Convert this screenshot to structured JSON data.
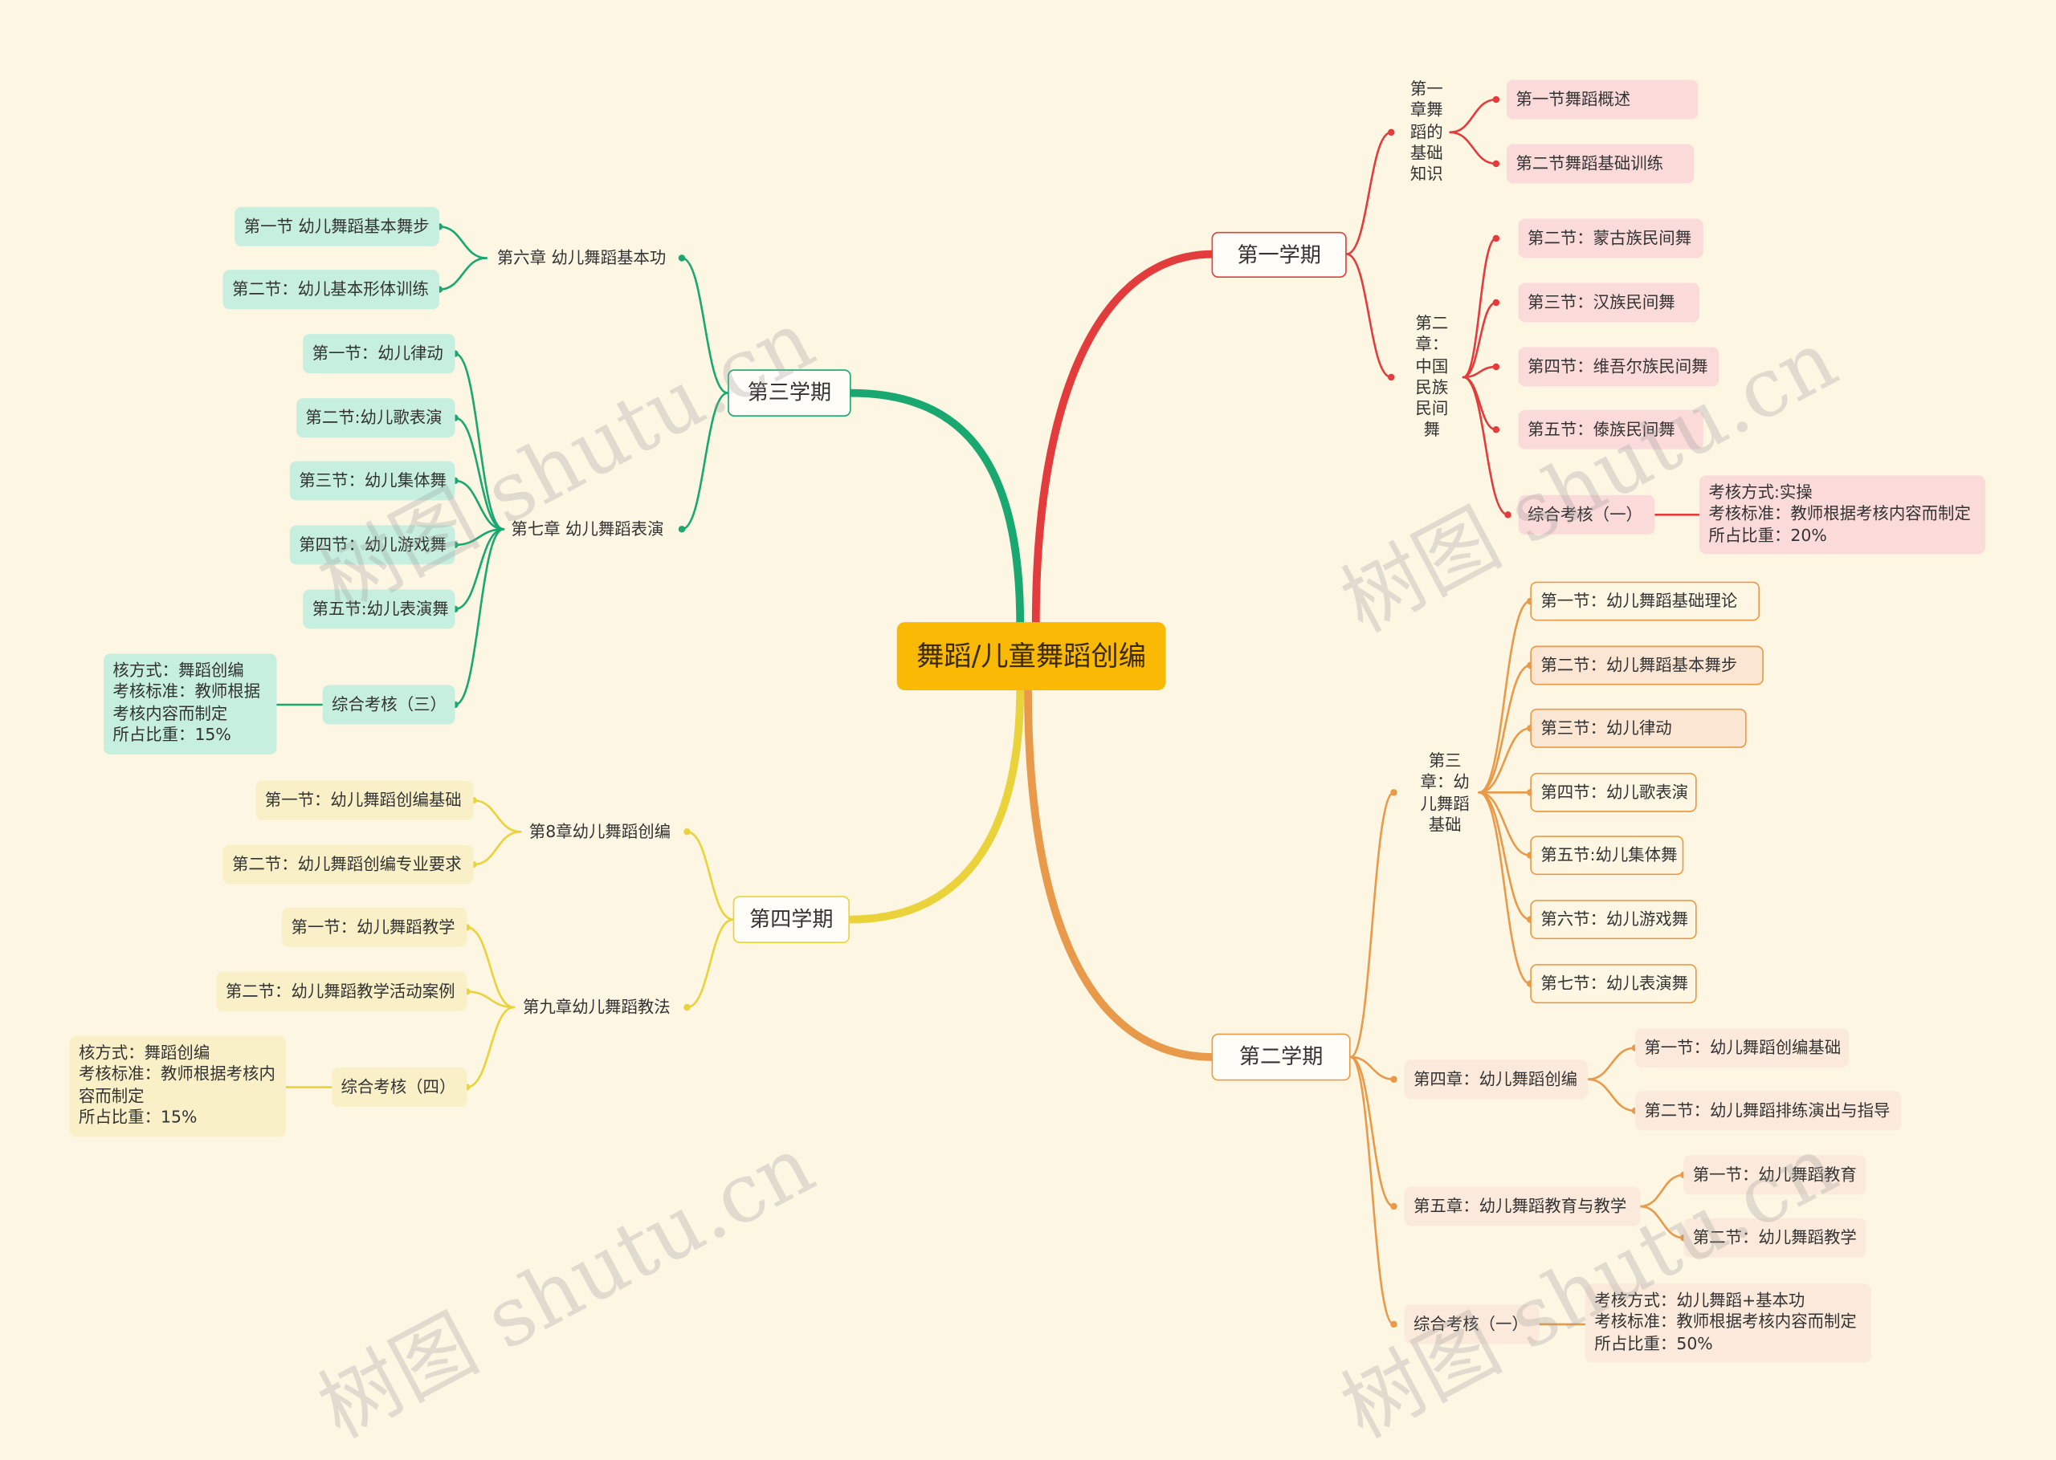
{
  "root": {
    "label": "舞蹈/儿童舞蹈创编"
  },
  "colors": {
    "sem1": "#e23c3c",
    "sem2": "#e89a4a",
    "sem3": "#18a870",
    "sem4": "#ead23a"
  },
  "watermark": "树图 shutu.cn",
  "semester1": {
    "label": "第一学期",
    "ch1": {
      "label": "第一章舞蹈的基础知识",
      "items": [
        "第一节舞蹈概述",
        "第二节舞蹈基础训练"
      ]
    },
    "ch2": {
      "label": "第二章：中国民族民间舞",
      "items": [
        "第二节：蒙古族民间舞",
        "第三节：汉族民间舞",
        "第四节：维吾尔族民间舞",
        "第五节：傣族民间舞"
      ]
    },
    "exam": {
      "label": "综合考核（一）",
      "note": "考核方式:实操\n考核标准：教师根据考核内容而制定\n所占比重：20%"
    }
  },
  "semester2": {
    "label": "第二学期",
    "ch3": {
      "label": "第三章：幼儿舞蹈基础",
      "items": [
        "第一节：幼儿舞蹈基础理论",
        "第二节：幼儿舞蹈基本舞步",
        "第三节：幼儿律动",
        "第四节：幼儿歌表演",
        "第五节:幼儿集体舞",
        "第六节：幼儿游戏舞",
        "第七节：幼儿表演舞"
      ]
    },
    "ch4": {
      "label": "第四章：幼儿舞蹈创编",
      "items": [
        "第一节：幼儿舞蹈创编基础",
        "第二节：幼儿舞蹈排练演出与指导"
      ]
    },
    "ch5": {
      "label": "第五章：幼儿舞蹈教育与教学",
      "items": [
        "第一节：幼儿舞蹈教育",
        "第二节：幼儿舞蹈教学"
      ]
    },
    "exam": {
      "label": "综合考核（一）",
      "note": "考核方式：幼儿舞蹈+基本功\n考核标准：教师根据考核内容而制定\n所占比重：50%"
    }
  },
  "semester3": {
    "label": "第三学期",
    "ch6": {
      "label": "第六章 幼儿舞蹈基本功",
      "items": [
        "第一节 幼儿舞蹈基本舞步",
        "第二节：幼儿基本形体训练"
      ]
    },
    "ch7": {
      "label": "第七章 幼儿舞蹈表演",
      "items": [
        "第一节：幼儿律动",
        "第二节:幼儿歌表演",
        "第三节：幼儿集体舞",
        "第四节：幼儿游戏舞",
        "第五节:幼儿表演舞"
      ]
    },
    "exam": {
      "label": "综合考核（三）",
      "note": "核方式：舞蹈创编\n考核标准：教师根据考核内容而制定\n所占比重：15%"
    }
  },
  "semester4": {
    "label": "第四学期",
    "ch8": {
      "label": "第8章幼儿舞蹈创编",
      "items": [
        "第一节：幼儿舞蹈创编基础",
        "第二节：幼儿舞蹈创编专业要求"
      ]
    },
    "ch9": {
      "label": "第九章幼儿舞蹈教法",
      "items": [
        "第一节：幼儿舞蹈教学",
        "第二节：幼儿舞蹈教学活动案例"
      ]
    },
    "exam": {
      "label": "综合考核（四）",
      "note": "核方式：舞蹈创编\n考核标准：教师根据考核内容而制定\n所占比重：15%"
    }
  }
}
